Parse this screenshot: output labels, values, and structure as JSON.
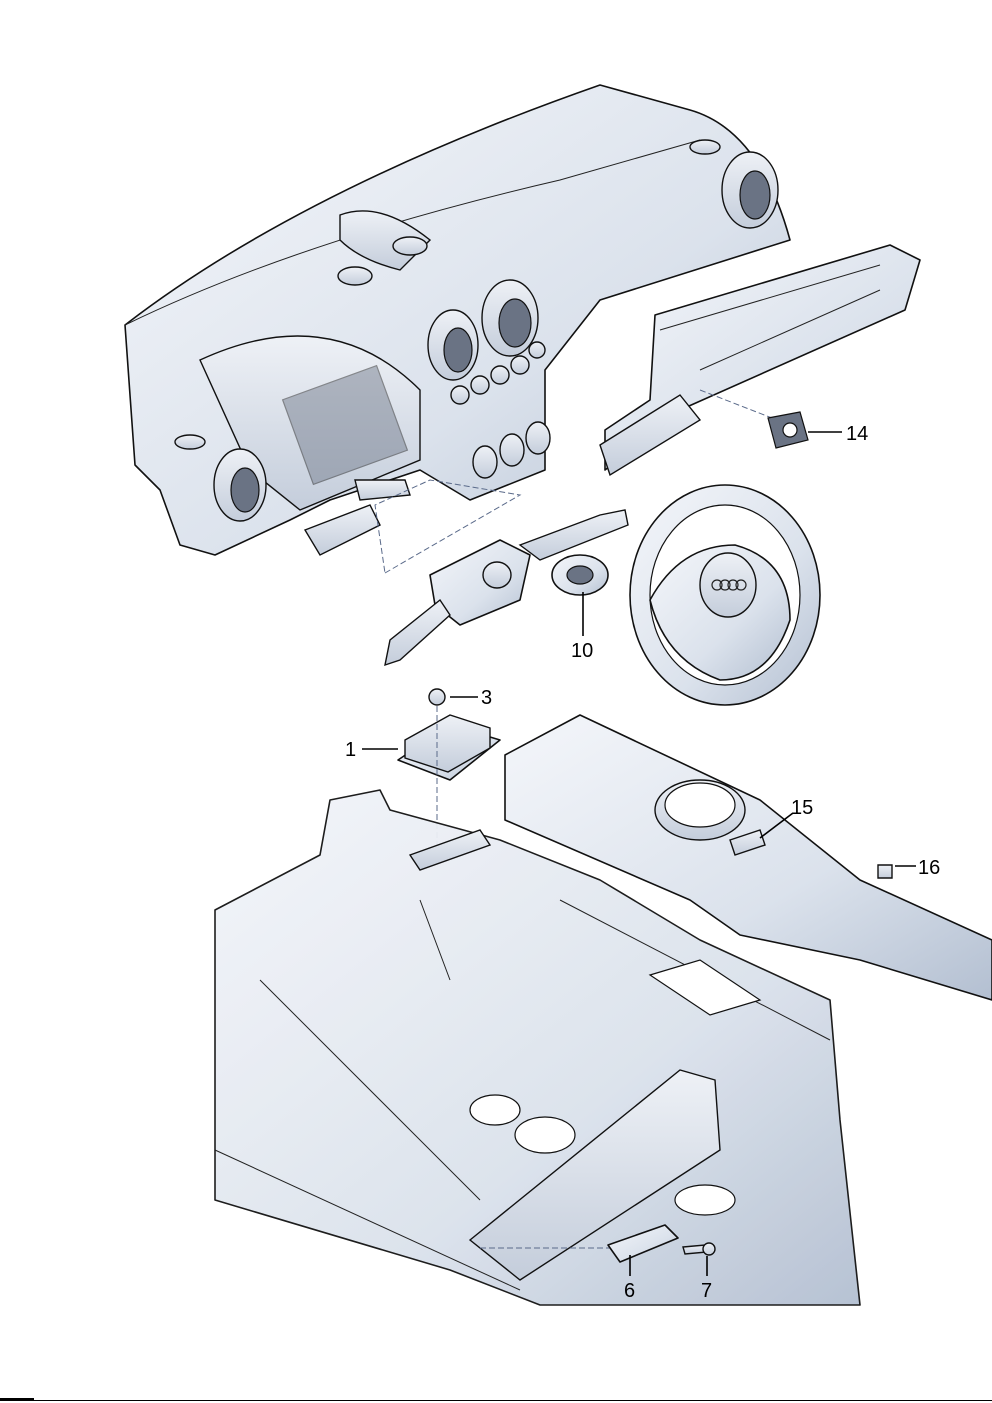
{
  "diagram": {
    "title": "Airbag components exploded view",
    "colors": {
      "part_fill": "#dfe5ee",
      "part_shade": "#aeb9cc",
      "outline": "#111111"
    },
    "callouts": [
      {
        "id": "c14",
        "label": "14"
      },
      {
        "id": "c10",
        "label": "10"
      },
      {
        "id": "c3",
        "label": "3"
      },
      {
        "id": "c1",
        "label": "1"
      },
      {
        "id": "c15",
        "label": "15"
      },
      {
        "id": "c16",
        "label": "16"
      },
      {
        "id": "c6",
        "label": "6"
      },
      {
        "id": "c7",
        "label": "7"
      }
    ]
  }
}
